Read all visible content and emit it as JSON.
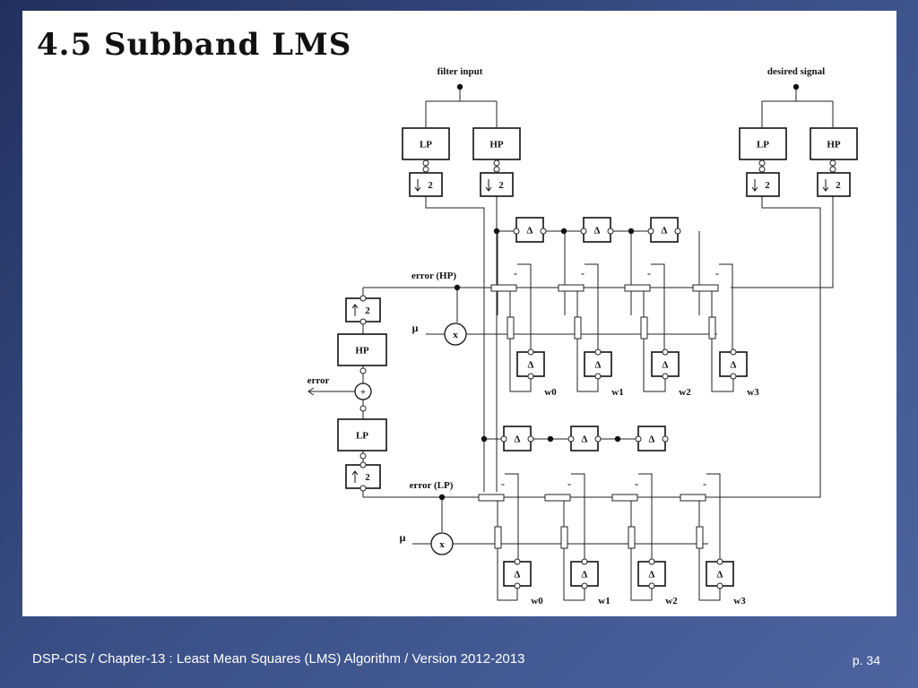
{
  "slide": {
    "title": "4.5 Subband LMS",
    "footer_text": "DSP-CIS  /  Chapter-13 : Least Mean Squares (LMS) Algorithm  /  Version 2012-2013",
    "page_number": "p. 34"
  },
  "diagram": {
    "labels": {
      "filter_input": "filter input",
      "desired_signal": "desired signal",
      "error_hp": "error (HP)",
      "error_lp": "error (LP)",
      "error": "error",
      "mu": "μ",
      "lp": "LP",
      "hp": "HP",
      "down2": "2",
      "up2": "2",
      "delta": "Δ",
      "mult": "x",
      "plus": "+",
      "minus": "-"
    },
    "weights": [
      "w0",
      "w1",
      "w2",
      "w3"
    ]
  }
}
